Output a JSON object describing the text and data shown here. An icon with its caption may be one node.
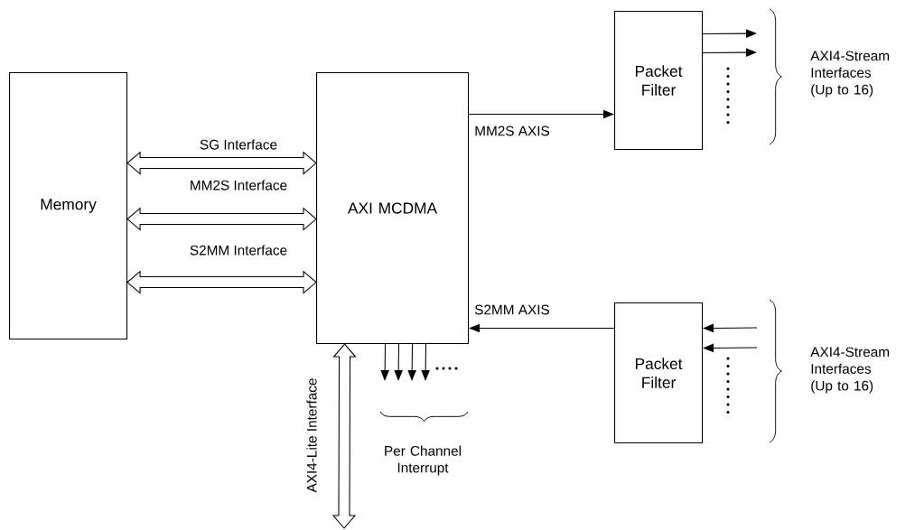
{
  "diagram": {
    "nodes": [
      {
        "text": [
          "Memory"
        ]
      },
      {
        "text": [
          "AXI MCDMA"
        ]
      },
      {
        "text": [
          "Packet Filter"
        ]
      },
      {
        "text": [
          "Packet Filter"
        ]
      }
    ],
    "edges": [
      {
        "from": 0,
        "to": 1,
        "arrow": "both",
        "style": "thick",
        "label": "SG Interface"
      },
      {
        "from": 0,
        "to": 1,
        "arrow": "both",
        "style": "thick",
        "label": "MM2S Interface"
      },
      {
        "from": 0,
        "to": 1,
        "arrow": "both",
        "style": "thick",
        "label": "S2MM Interface"
      },
      {
        "from": 1,
        "to": 2,
        "arrow": "to",
        "label": "MM2S AXIS"
      },
      {
        "from": 3,
        "to": 1,
        "arrow": "to",
        "label": "S2MM AXIS"
      },
      {
        "from": 1,
        "to": null,
        "arrow": "both",
        "style": "thick",
        "label": "AXI4-Lite Interface"
      },
      {
        "from": 1,
        "to": null,
        "arrow": "to"
      },
      {
        "from": 1,
        "to": null,
        "arrow": "to"
      },
      {
        "from": 1,
        "to": null,
        "arrow": "to"
      },
      {
        "from": 1,
        "to": null,
        "arrow": "to"
      },
      {
        "from": 2,
        "to": null,
        "arrow": "to"
      },
      {
        "from": 2,
        "to": null,
        "arrow": "to"
      },
      {
        "from": null,
        "to": 3,
        "arrow": "to"
      },
      {
        "from": null,
        "to": 3,
        "arrow": "to"
      }
    ],
    "labels": [
      "AXI4-Stream Interfaces (Up to 16)",
      "Per Channel Interrupt",
      "AXI4-Stream Interfaces (Up to 16)"
    ]
  }
}
